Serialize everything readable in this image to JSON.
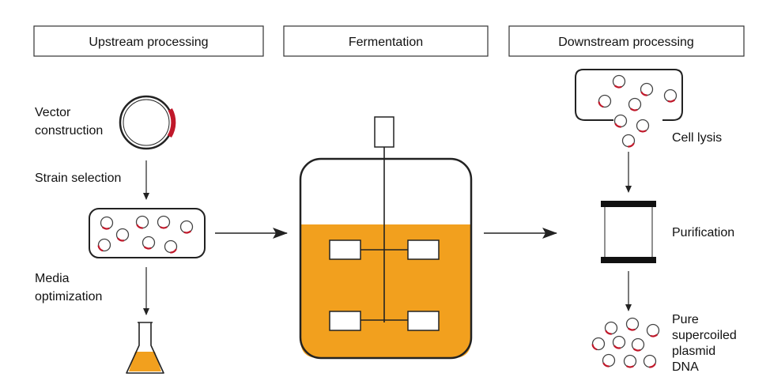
{
  "headers": {
    "upstream": "Upstream processing",
    "fermentation": "Fermentation",
    "downstream": "Downstream processing"
  },
  "labels": {
    "vector_line1": "Vector",
    "vector_line2": "construction",
    "strain_selection": "Strain selection",
    "media_line1": "Media",
    "media_line2": "optimization",
    "cell_lysis": "Cell lysis",
    "purification": "Purification",
    "pure_line1": "Pure",
    "pure_line2": "supercoiled",
    "pure_line3": "plasmid",
    "pure_line4": "DNA"
  },
  "colors": {
    "broth": "#f2a01e",
    "marker": "#c0182a",
    "outline": "#222222"
  }
}
